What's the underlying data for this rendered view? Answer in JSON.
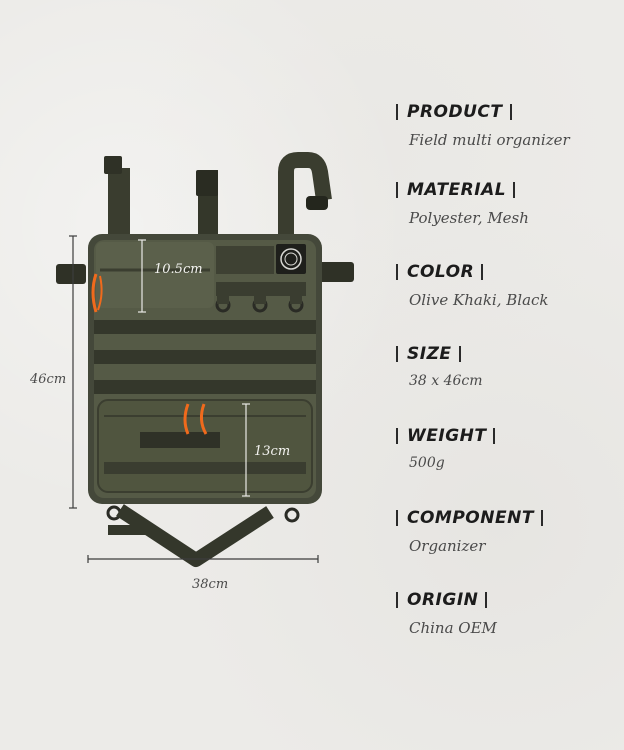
{
  "specs": [
    {
      "label": "PRODUCT",
      "value": "Field multi organizer"
    },
    {
      "label": "MATERIAL",
      "value": "Polyester, Mesh"
    },
    {
      "label": "COLOR",
      "value": "Olive Khaki, Black"
    },
    {
      "label": "SIZE",
      "value": "38 x 46cm"
    },
    {
      "label": "WEIGHT",
      "value": "500g"
    },
    {
      "label": "COMPONENT",
      "value": "Organizer"
    },
    {
      "label": "ORIGIN",
      "value": "China OEM"
    }
  ],
  "dimensions": {
    "height": "46cm",
    "width": "38cm",
    "top_pocket_height": "10.5cm",
    "bottom_pocket_height": "13cm"
  },
  "colors": {
    "background": "#ecebe8",
    "olive": "#4e5340",
    "olive_dark": "#373a2c",
    "webbing": "#2e3025",
    "accent_orange": "#f06a1c",
    "label_text": "#1c1c1c",
    "value_text": "#4a4a4a"
  }
}
